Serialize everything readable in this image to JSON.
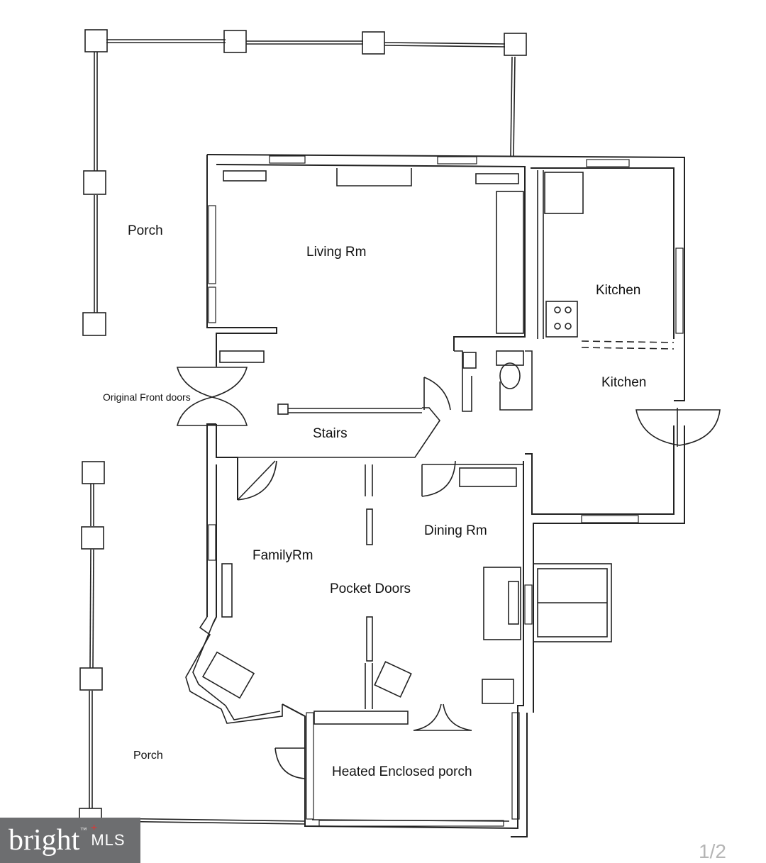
{
  "rooms": {
    "porch_top": "Porch",
    "living": "Living Rm",
    "kitchen_upper": "Kitchen",
    "kitchen_lower": "Kitchen",
    "front_doors": "Original Front doors",
    "stairs": "Stairs",
    "dining": "Dining Rm",
    "family": "FamilyRm",
    "pocket_doors": "Pocket Doors",
    "porch_bottom": "Porch",
    "enclosed_porch": "Heated Enclosed porch"
  },
  "logo": {
    "brand": "bright",
    "suffix": "MLS",
    "tm": "™",
    "brand_color": "#6d6e70",
    "accent": "#e8322f"
  },
  "pager": "1/2"
}
